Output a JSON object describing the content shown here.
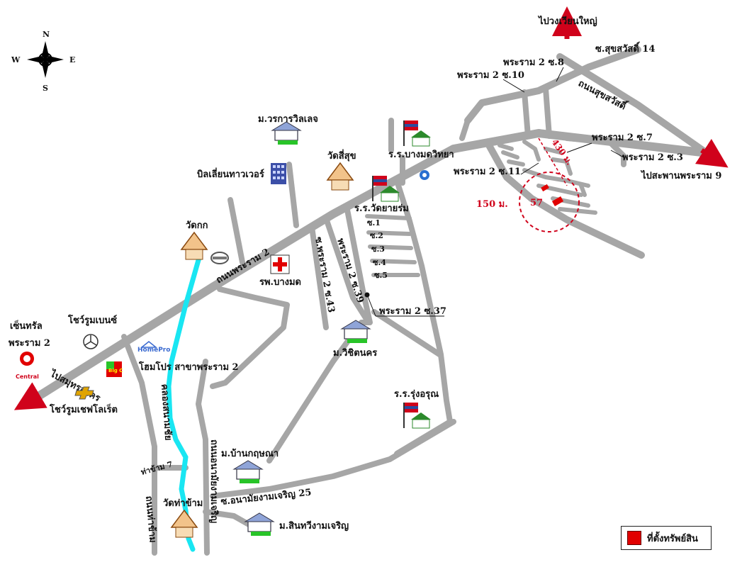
{
  "compass": {
    "n": "N",
    "s": "S",
    "e": "E",
    "w": "W"
  },
  "colors": {
    "road": "#a6a6a6",
    "canal": "#19e6f2",
    "accent": "#d0021b",
    "marker": "#e10000"
  },
  "roads": {
    "rama2": "ถนนพระราม 2",
    "suksawat": "ถนนสุขสวัสดิ์",
    "soi_suksawat14": "ซ.สุขสวัสดิ์ 14",
    "rama2_s8": "พระราม 2 ซ.8",
    "rama2_s10": "พระราม 2 ซ.10",
    "rama2_s7": "พระราม 2 ซ.7",
    "rama2_s3": "พระราม 2 ซ.3",
    "rama2_s11": "พระราม 2 ซ.11",
    "rama2_s37": "พระราม 2 ซ.37",
    "rama2_s39": "พระราม 2 ซ.39",
    "rama2_s43": "ซ.พระราม 2 ซ.43",
    "soi1": "ซ.1",
    "soi2": "ซ.2",
    "soi3": "ซ.3",
    "soi4": "ซ.4",
    "soi5": "ซ.5",
    "tha_kham7": "ท่าข้าม 7",
    "anamai25": "ซ.อนามัยงามเจริญ 25",
    "anamai_road": "ถนนอนามัยงามเจริญ",
    "tha_kham_road": "ถนนท่าข้าม",
    "canal": "คลองสนามชัย"
  },
  "directions": {
    "to_wongwian_yai": "ไปวงเวียนใหญ่",
    "to_rama9_bridge": "ไปสะพานพระราม 9",
    "to_samut_sakhon": "ไปสมุทรสาคร"
  },
  "places": {
    "worakan_village": "ม.วรการวิลเลจ",
    "wat_si_suk": "วัดสี่สุข",
    "bangmot_school": "ร.ร.บางมดวิทยา",
    "billion_tower": "บิลเลี่ยนทาวเวอร์",
    "watthayarom_school": "ร.ร.วัดยายร่ม",
    "wat_kok": "วัดกก",
    "bangmot_hospital": "รพ.บางมด",
    "central": "เซ็นทรัล",
    "central_rama2": "พระราม 2",
    "central_logo": "Central",
    "benz_showroom": "โชว์รูมเบนซ์",
    "homepro_logo": "HomePro",
    "homepro": "โฮมโปร สาขาพระราม 2",
    "chevrolet_showroom": "โชว์รูมเชฟโลเร็ต",
    "wichitnakorn_village": "ม.วิชิตนคร",
    "rung_arun_school": "ร.ร.รุ่งอรุณ",
    "baan_kunchana_village": "ม.บ้านกฤษณา",
    "wat_tha_kham": "วัดท่าข้าม",
    "sinthawee_village": "ม.สินทวีงามเจริญ",
    "big_c": "Big C"
  },
  "property": {
    "distance_label": "150 ม.",
    "distance_side": "430 ม.",
    "marker_number": "57"
  },
  "legend": {
    "label": "ที่ตั้งทรัพย์สิน"
  }
}
